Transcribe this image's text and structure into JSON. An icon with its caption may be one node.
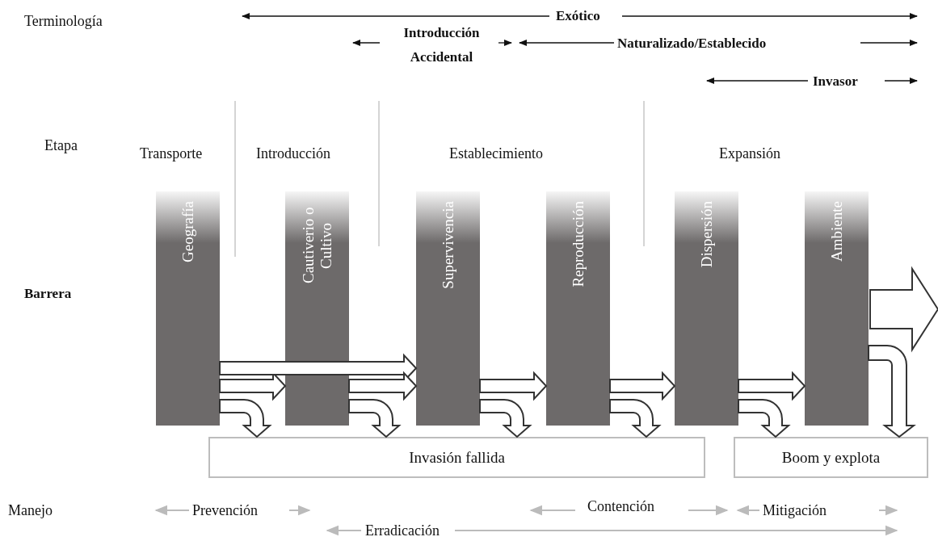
{
  "diagram": {
    "nodes": [
      {
        "text": [
          "Geografía"
        ]
      },
      {
        "text": [
          "Cautiverio o Cultivo"
        ]
      },
      {
        "text": [
          "Supervivencia"
        ]
      },
      {
        "text": [
          "Reproducción"
        ]
      },
      {
        "text": [
          "Dispersión"
        ]
      },
      {
        "text": [
          "Ambiente"
        ]
      },
      {
        "text": [
          "Invasión fallida"
        ]
      },
      {
        "text": [
          "Boom y explota"
        ]
      }
    ],
    "edges": [
      {
        "from": 0,
        "to": 1,
        "arrow": "to"
      },
      {
        "from": 0,
        "to": 2,
        "arrow": "to"
      },
      {
        "from": 0,
        "to": 6,
        "arrow": "to"
      },
      {
        "from": 1,
        "to": 2,
        "arrow": "to"
      },
      {
        "from": 1,
        "to": 6,
        "arrow": "to"
      },
      {
        "from": 2,
        "to": 3,
        "arrow": "to"
      },
      {
        "from": 2,
        "to": 6,
        "arrow": "to"
      },
      {
        "from": 3,
        "to": 4,
        "arrow": "to"
      },
      {
        "from": 3,
        "to": 6,
        "arrow": "to"
      },
      {
        "from": 4,
        "to": 5,
        "arrow": "to"
      },
      {
        "from": 4,
        "to": 7,
        "arrow": "to"
      },
      {
        "from": 5,
        "to": 7,
        "arrow": "to"
      },
      {
        "from": 5,
        "to": null,
        "arrow": "to"
      }
    ],
    "labels": [
      "Terminología",
      "Exótico",
      "Introducción Accidental",
      "Naturalizado/Establecido",
      "Invasor",
      "Etapa",
      "Transporte",
      "Introducción",
      "Establecimiento",
      "Expansión",
      "Barrera",
      "Manejo",
      "Prevención",
      "Contención",
      "Mitigación",
      "Erradicación"
    ]
  }
}
